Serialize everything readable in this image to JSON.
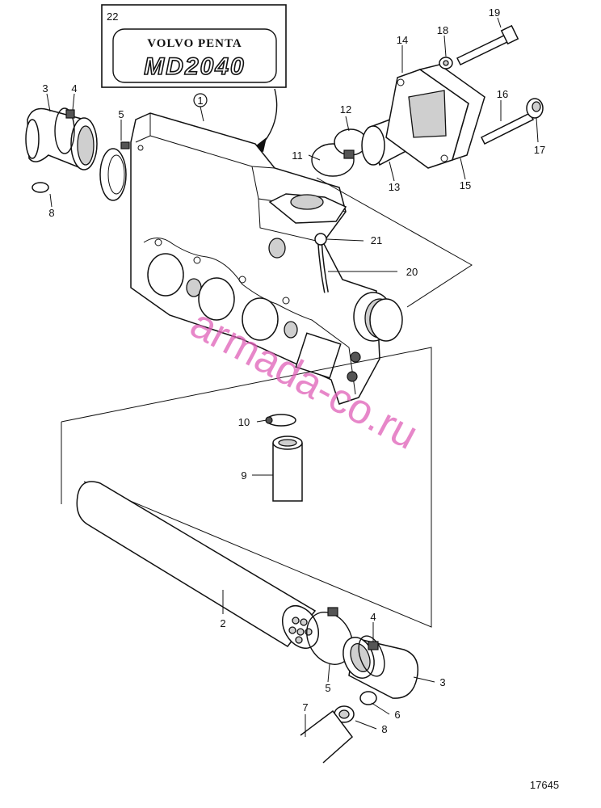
{
  "logo": {
    "callout": "22",
    "brand_line": "VOLVO PENTA",
    "model_line": "MD2040"
  },
  "callouts": {
    "c1": "1",
    "c2": "2",
    "c3a": "3",
    "c3b": "3",
    "c4a": "4",
    "c4b": "4",
    "c5a": "5",
    "c5b": "5",
    "c6": "6",
    "c7": "7",
    "c8a": "8",
    "c8b": "8",
    "c9": "9",
    "c10": "10",
    "c11": "11",
    "c12": "12",
    "c13": "13",
    "c14": "14",
    "c15": "15",
    "c16": "16",
    "c17": "17",
    "c18": "18",
    "c19": "19",
    "c20": "20",
    "c21": "21"
  },
  "figure_number": "17645",
  "watermark": "armada-co.ru"
}
